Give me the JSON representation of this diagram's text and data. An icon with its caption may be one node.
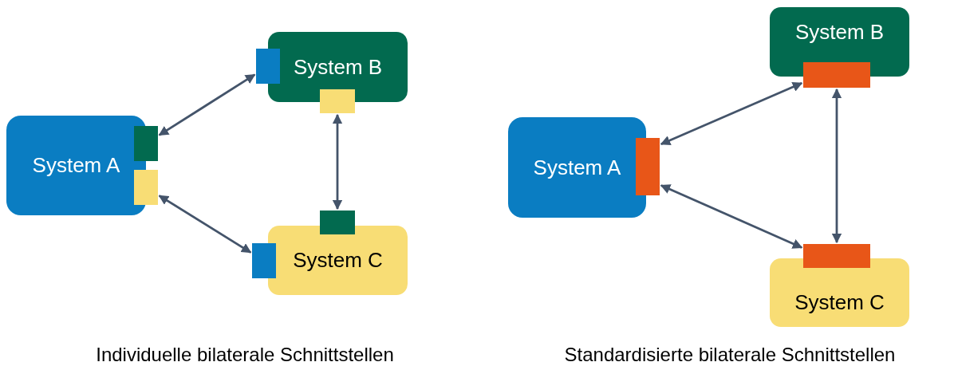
{
  "diagram": {
    "nodes": [
      {
        "text": [
          "System A"
        ]
      },
      {
        "text": [
          "System B"
        ]
      },
      {
        "text": [
          "System C"
        ]
      },
      {
        "text": [],
        "shape": "box"
      },
      {
        "text": [],
        "shape": "box"
      },
      {
        "text": [],
        "shape": "box"
      },
      {
        "text": [],
        "shape": "box"
      },
      {
        "text": [],
        "shape": "box"
      },
      {
        "text": [],
        "shape": "box"
      },
      {
        "text": [
          "System A"
        ]
      },
      {
        "text": [
          "System B"
        ]
      },
      {
        "text": [
          "System C"
        ]
      },
      {
        "text": [],
        "shape": "box"
      },
      {
        "text": [],
        "shape": "box"
      },
      {
        "text": [],
        "shape": "box"
      }
    ],
    "edges": [
      {
        "from": 3,
        "to": 5,
        "arrow": "both"
      },
      {
        "from": 4,
        "to": 8,
        "arrow": "both"
      },
      {
        "from": 6,
        "to": 7,
        "arrow": "both"
      },
      {
        "from": 12,
        "to": 13,
        "arrow": "both"
      },
      {
        "from": 12,
        "to": 14,
        "arrow": "both"
      },
      {
        "from": 13,
        "to": 14,
        "arrow": "both"
      }
    ],
    "labels": [
      "Individuelle bilaterale Schnittstellen",
      "Standardisierte bilaterale Schnittstellen"
    ]
  }
}
